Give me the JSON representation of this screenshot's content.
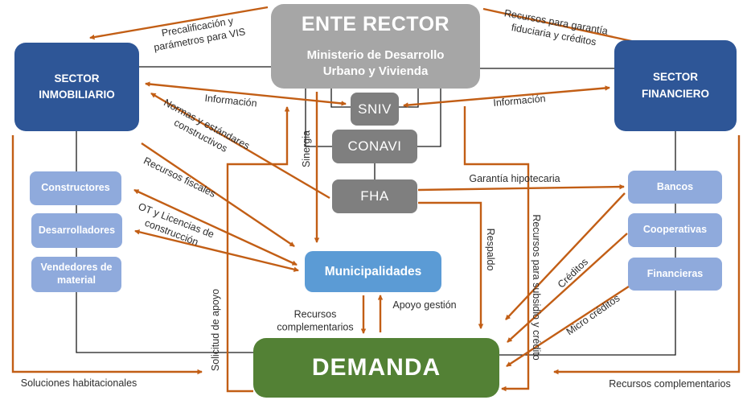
{
  "colors": {
    "dark_blue": "#2e5697",
    "light_blue": "#8faadc",
    "medium_blue": "#5b9bd5",
    "gray_main": "#a6a6a6",
    "gray_sub": "#7f7f7f",
    "green": "#538135",
    "arrow_orange": "#c25e15",
    "connector_black": "#1a1a1a",
    "label_text": "#2d2d2d"
  },
  "boxes": {
    "ente_rector": {
      "title": "ENTE RECTOR",
      "subtitle": "Ministerio de Desarrollo\nUrbano y Vivienda"
    },
    "sector_inmobiliario": "SECTOR\nINMOBILIARIO",
    "sector_financiero": "SECTOR\nFINANCIERO",
    "sniv": "SNIV",
    "conavi": "CONAVI",
    "fha": "FHA",
    "constructores": "Constructores",
    "desarrolladores": "Desarrolladores",
    "vendedores": "Vendedores de\nmaterial",
    "bancos": "Bancos",
    "cooperativas": "Cooperativas",
    "financieras": "Financieras",
    "municipalidades": "Municipalidades",
    "demanda": "DEMANDA"
  },
  "edge_labels": {
    "precalificacion": "Precalificación y\nparámetros para VIS",
    "recursos_garantia": "Recursos para garantía\nfiduciaria y créditos",
    "informacion_left": "Información",
    "informacion_right": "Información",
    "sinergia": "Sinergia",
    "normas": "Normas y estándares\nconstructivos",
    "recursos_fiscales": "Recursos fiscales",
    "ot_licencias": "OT y Licencias de\nconstrucción",
    "garantia_hipotecaria": "Garantía hipotecaria",
    "respaldo": "Respaldo",
    "recursos_subsidio": "Recursos para subsidio y crédito",
    "creditos": "Créditos",
    "micro_creditos": "Micro créditos",
    "recursos_complementarios_centro": "Recursos\ncomplementarios",
    "apoyo_gestion": "Apoyo gestión",
    "solicitud_apoyo": "Solicitud de apoyo",
    "soluciones_habitacionales": "Soluciones habitacionales",
    "recursos_complementarios_derecha": "Recursos complementarios"
  }
}
